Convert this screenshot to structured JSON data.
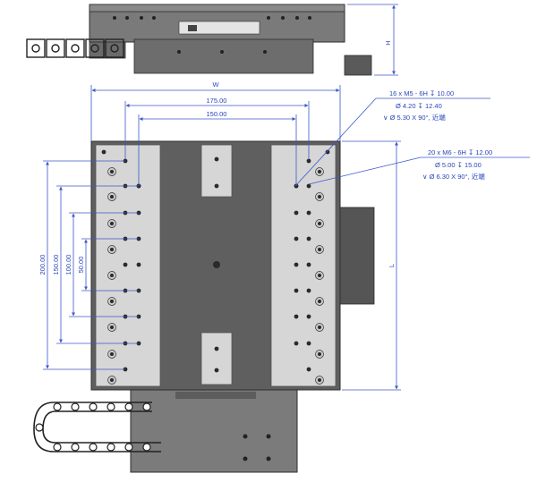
{
  "dimensions": {
    "width_label": "W",
    "height_label": "H",
    "length_label": "L",
    "d175": "175.00",
    "d150": "150.00",
    "d200": "200.00",
    "d150v": "150.00",
    "d100v": "100.00",
    "d50v": "50.00"
  },
  "callout_m5": {
    "line1": "16 x  M5 - 6H ↧ 10.00",
    "line2": "Ø  4.20 ↧ 12.40",
    "line3": "∨  Ø  5.30 X 90°, 近端"
  },
  "callout_m6": {
    "line1": "20 x  M6 - 6H ↧ 12.00",
    "line2": "Ø  5.00 ↧ 15.00",
    "line3": "∨  Ø  6.30 X 90°, 近端"
  },
  "colors": {
    "dimension": "#3b57c9",
    "body": "#5f5f5f",
    "plate": "#d6d6d6"
  }
}
